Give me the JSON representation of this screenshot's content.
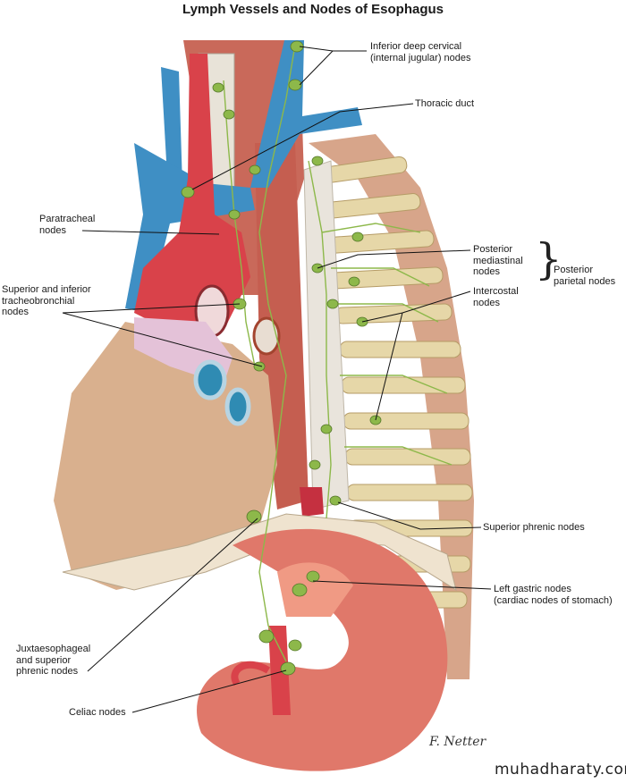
{
  "title": "Lymph Vessels and Nodes of Esophagus",
  "labels": {
    "inferior_deep_cervical_1": "Inferior deep cervical",
    "inferior_deep_cervical_2": "(internal jugular) nodes",
    "thoracic_duct": "Thoracic duct",
    "paratracheal_1": "Paratracheal",
    "paratracheal_2": "nodes",
    "tracheobronchial_1": "Superior and inferior",
    "tracheobronchial_2": "tracheobronchial",
    "tracheobronchial_3": "nodes",
    "posterior_mediastinal_1": "Posterior",
    "posterior_mediastinal_2": "mediastinal",
    "posterior_mediastinal_3": "nodes",
    "posterior_parietal_1": "Posterior",
    "posterior_parietal_2": "parietal nodes",
    "intercostal_1": "Intercostal",
    "intercostal_2": "nodes",
    "superior_phrenic": "Superior phrenic nodes",
    "left_gastric_1": "Left gastric nodes",
    "left_gastric_2": "(cardiac nodes of stomach)",
    "juxtaesophageal_1": "Juxtaesophageal",
    "juxtaesophageal_2": "and superior",
    "juxtaesophageal_3": "phrenic nodes",
    "celiac": "Celiac nodes"
  },
  "signature": "F. Netter",
  "watermark": "muhadharaty.com",
  "colors": {
    "lymph_node": "#8db84a",
    "vein": "#3f8fc4",
    "artery": "#d9424a",
    "muscle": "#c9695a",
    "heart": "#d9b08e",
    "bone": "#e6d7a8",
    "stomach": "#e0786a"
  }
}
